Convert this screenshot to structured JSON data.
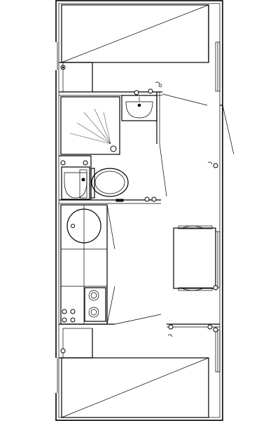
{
  "plan": {
    "type": "floor-plan",
    "rooms": [
      {
        "id": "bedroom-top",
        "fixture": "bed"
      },
      {
        "id": "bathroom",
        "fixture": "shower"
      },
      {
        "id": "wc",
        "fixture": "toilet"
      },
      {
        "id": "kitchen",
        "fixture": "sink-and-hob"
      },
      {
        "id": "living",
        "fixture": "table"
      },
      {
        "id": "bedroom-bottom",
        "fixture": "bed"
      }
    ],
    "icons": [
      "bed-icon",
      "shower-icon",
      "washbasin-icon",
      "toilet-icon",
      "sink-icon",
      "hob-icon",
      "table-icon",
      "door-swing-icon",
      "window-icon",
      "light-switch-icon"
    ],
    "line_color": "#000000",
    "background": "#ffffff"
  }
}
